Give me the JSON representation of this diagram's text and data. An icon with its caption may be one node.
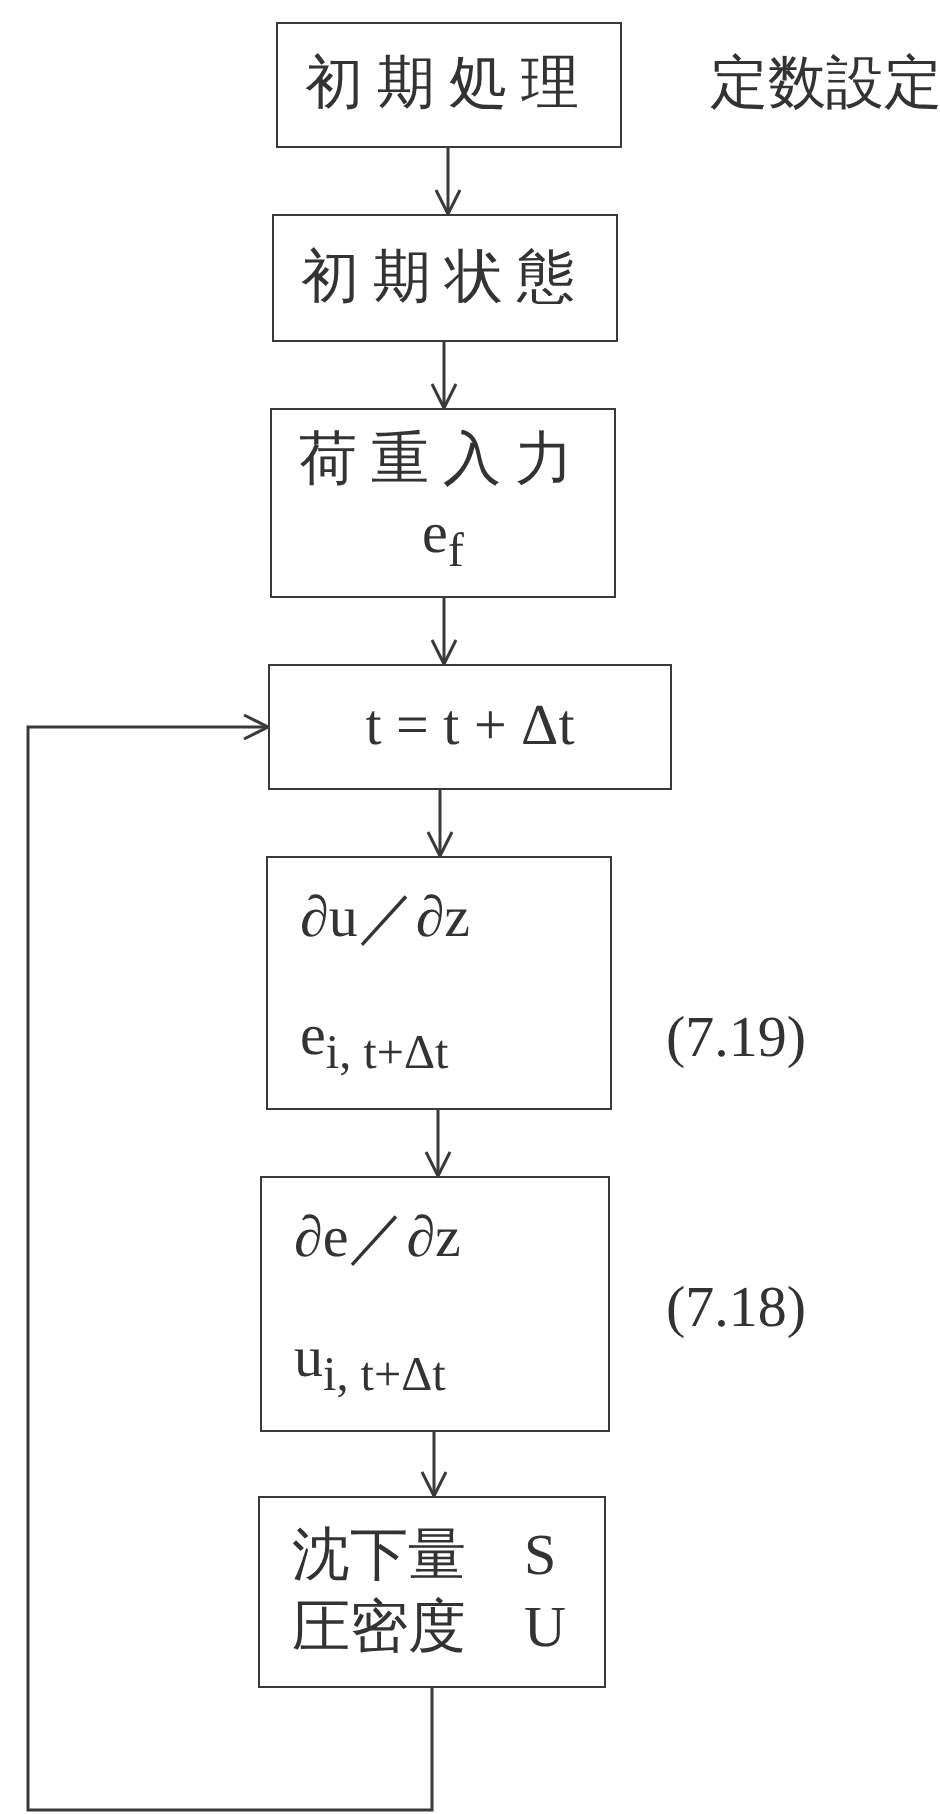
{
  "diagram": {
    "nodes": [
      {
        "text": [
          "初期処理"
        ],
        "beside": [
          "定数設定"
        ]
      },
      {
        "text": [
          "初期状態"
        ]
      },
      {
        "text": [
          "荷重入力",
          "e$_{f}$"
        ]
      },
      {
        "text": [
          "t = t + Δt"
        ]
      },
      {
        "text": [
          "∂u／∂z",
          "e$_{i, t+Δt}$"
        ],
        "beside": [
          "(7.19)"
        ]
      },
      {
        "text": [
          "∂e／∂z",
          "u$_{i, t+Δt}$"
        ],
        "beside": [
          "(7.18)"
        ]
      },
      {
        "text": [
          "沈下量　S",
          "圧密度　U"
        ]
      }
    ],
    "edges": [
      {
        "from": 0,
        "to": 1,
        "arrow": "to"
      },
      {
        "from": 1,
        "to": 2,
        "arrow": "to"
      },
      {
        "from": 2,
        "to": 3,
        "arrow": "to"
      },
      {
        "from": 3,
        "to": 4,
        "arrow": "to"
      },
      {
        "from": 4,
        "to": 5,
        "arrow": "to"
      },
      {
        "from": 5,
        "to": 6,
        "arrow": "to"
      },
      {
        "from": 6,
        "to": 3,
        "arrow": "to"
      }
    ]
  }
}
